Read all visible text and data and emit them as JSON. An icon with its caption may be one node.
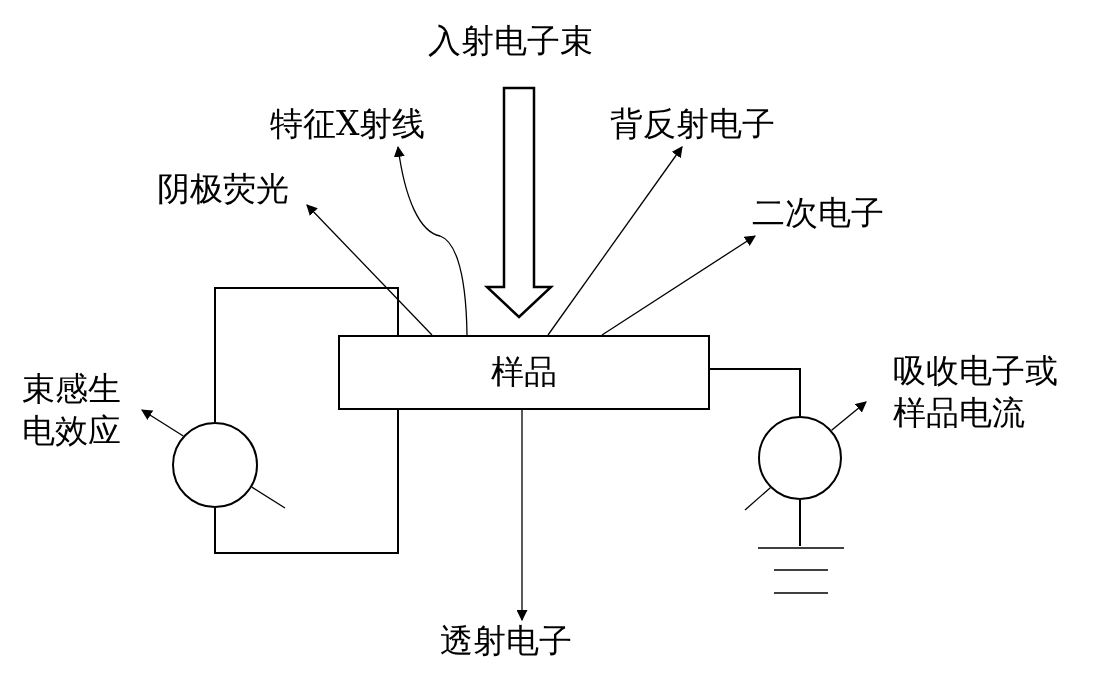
{
  "diagram": {
    "nodes": [
      {
        "text": [
          "入射电子束"
        ]
      },
      {
        "text": [
          "特征X射线"
        ]
      },
      {
        "text": [
          "背反射电子"
        ]
      },
      {
        "text": [
          "阴极荧光"
        ]
      },
      {
        "text": [
          "二次电子"
        ]
      },
      {
        "text": [
          "样品"
        ]
      },
      {
        "text": [
          "束感生电效应"
        ]
      },
      {
        "text": [],
        "shape": "circle"
      },
      {
        "text": [
          "吸收电子或样品电流"
        ]
      },
      {
        "text": [],
        "shape": "circle"
      },
      {
        "text": [
          "透射电子"
        ]
      },
      {
        "text": [],
        "shape": "ground"
      }
    ],
    "edges": [
      {
        "from": 0,
        "to": 5,
        "arrow": "to",
        "style": "thick"
      },
      {
        "from": 5,
        "to": 1,
        "arrow": "to"
      },
      {
        "from": 5,
        "to": 2,
        "arrow": "to"
      },
      {
        "from": 5,
        "to": 3,
        "arrow": "to"
      },
      {
        "from": 5,
        "to": 4,
        "arrow": "to"
      },
      {
        "from": 5,
        "to": 7,
        "arrow": "none"
      },
      {
        "from": 7,
        "to": 5,
        "arrow": "none"
      },
      {
        "from": 7,
        "to": 6,
        "arrow": "to"
      },
      {
        "from": 5,
        "to": 9,
        "arrow": "none"
      },
      {
        "from": 9,
        "to": 11,
        "arrow": "none"
      },
      {
        "from": 9,
        "to": 8,
        "arrow": "to"
      },
      {
        "from": 5,
        "to": 10,
        "arrow": "to"
      },
      {
        "from": 7,
        "to": null,
        "arrow": "none"
      },
      {
        "from": 9,
        "to": null,
        "arrow": "none"
      }
    ]
  }
}
